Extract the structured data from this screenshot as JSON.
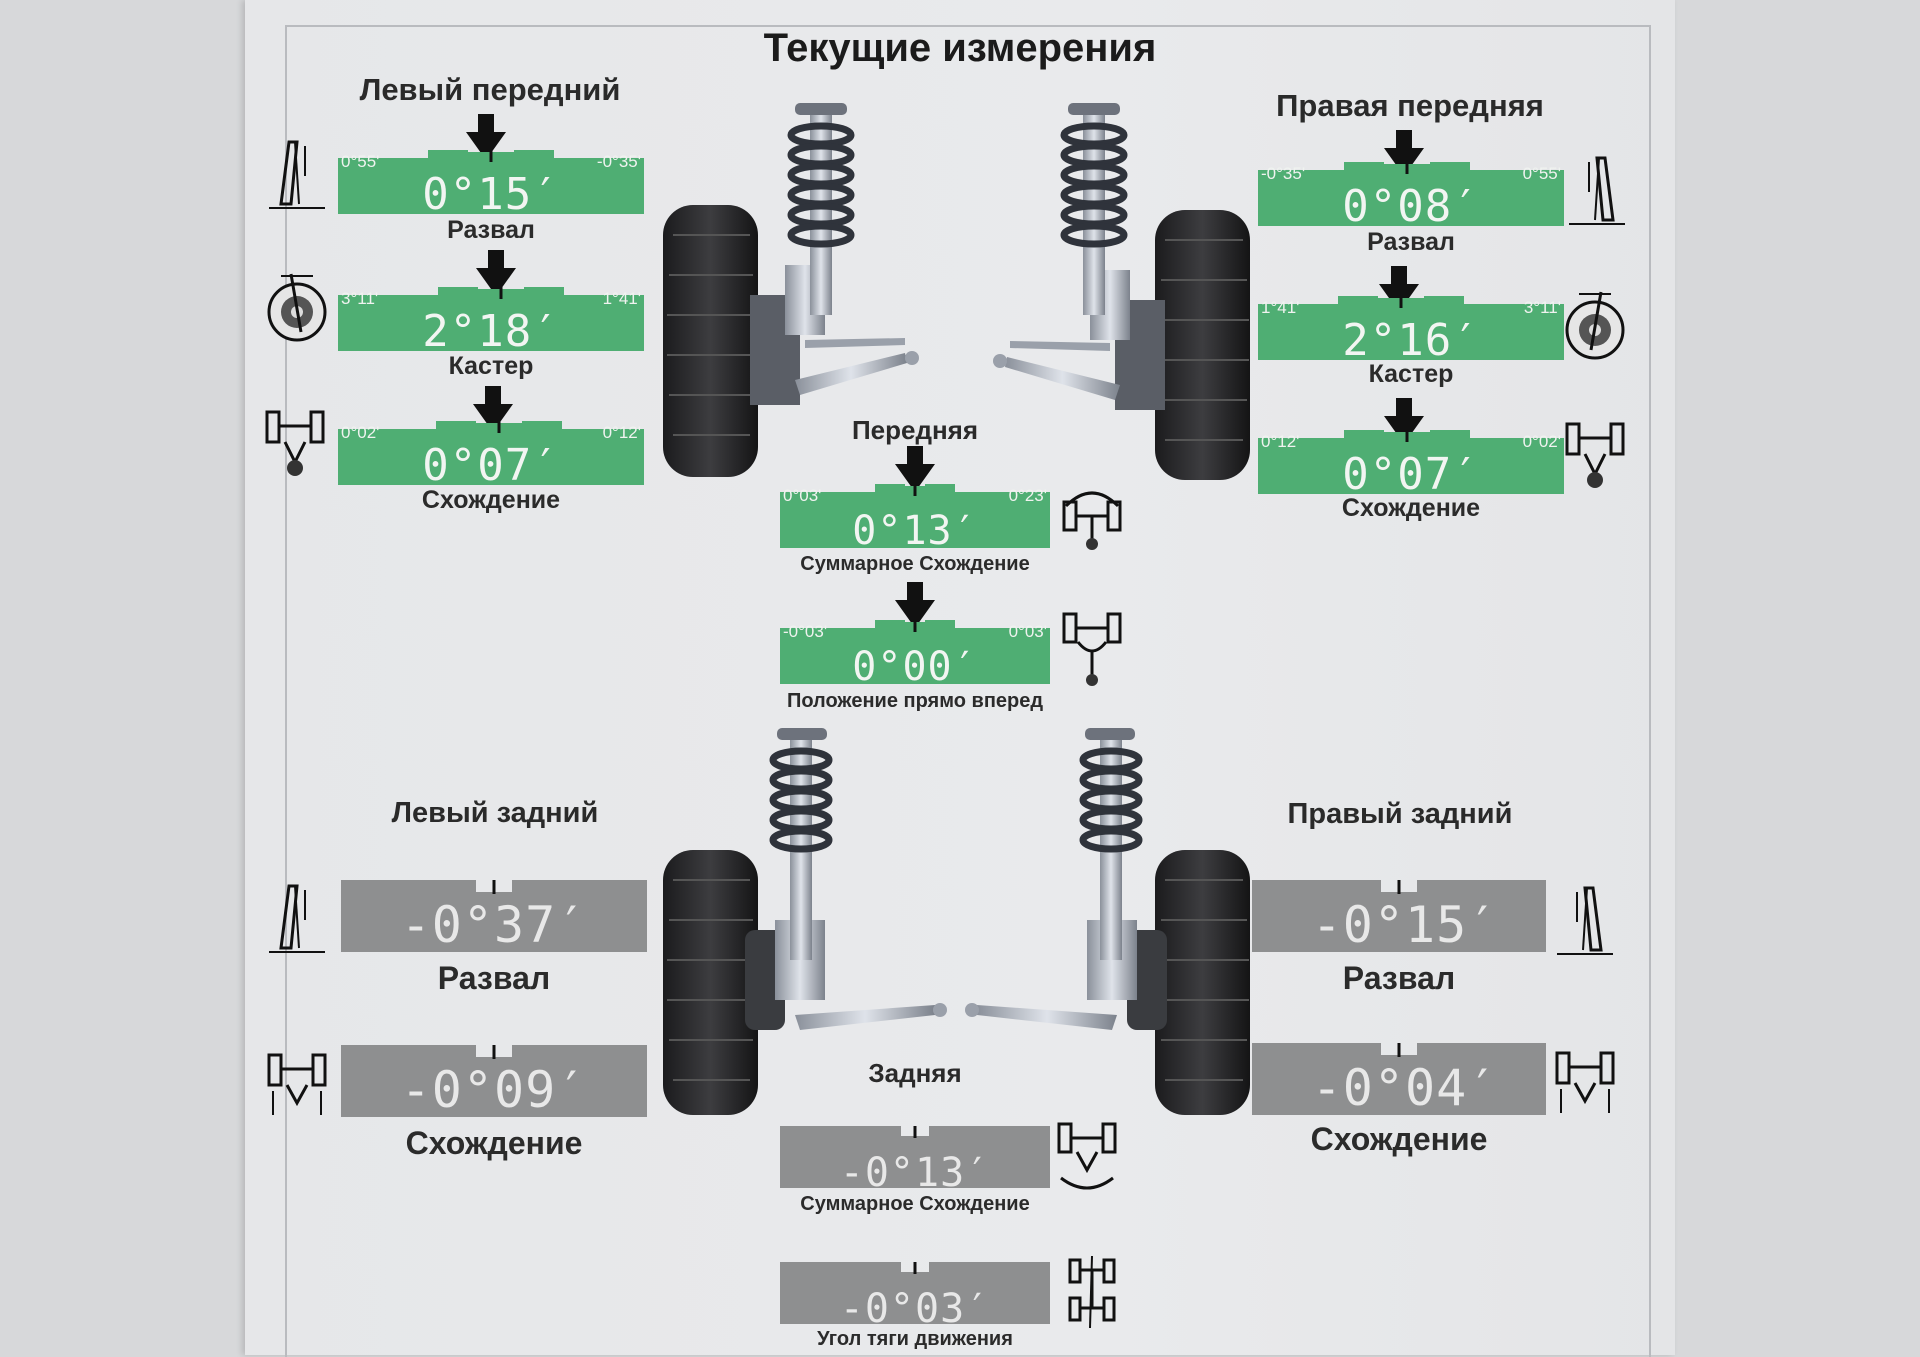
{
  "title": "Текущие измерения",
  "colors": {
    "in_tolerance": "#4fae73",
    "no_tolerance": "#8e8f90",
    "paper": "#e8e9eb"
  },
  "front": {
    "left_title": "Левый передний",
    "right_title": "Правая передняя",
    "axle_label": "Передняя",
    "left": {
      "camber": {
        "label": "Развал",
        "value": "0°15",
        "min": "0°55'",
        "max": "-0°35'"
      },
      "caster": {
        "label": "Кастер",
        "value": "2°18",
        "min": "3°11'",
        "max": "1°41'"
      },
      "toe": {
        "label": "Схождение",
        "value": "0°07",
        "min": "0°02'",
        "max": "0°12'"
      }
    },
    "right": {
      "camber": {
        "label": "Развал",
        "value": "0°08",
        "min": "-0°35'",
        "max": "0°55'"
      },
      "caster": {
        "label": "Кастер",
        "value": "2°16",
        "min": "1°41'",
        "max": "3°11'"
      },
      "toe": {
        "label": "Схождение",
        "value": "0°07",
        "min": "0°12'",
        "max": "0°02'"
      }
    },
    "total_toe": {
      "label": "Суммарное Схождение",
      "value": "0°13",
      "min": "0°03'",
      "max": "0°23'"
    },
    "straight_ahead": {
      "label": "Положение прямо вперед",
      "value": "0°00",
      "min": "-0°03'",
      "max": "0°03'"
    }
  },
  "rear": {
    "left_title": "Левый задний",
    "right_title": "Правый задний",
    "axle_label": "Задняя",
    "left": {
      "camber": {
        "label": "Развал",
        "value": "-0°37"
      },
      "toe": {
        "label": "Схождение",
        "value": "-0°09"
      }
    },
    "right": {
      "camber": {
        "label": "Развал",
        "value": "-0°15"
      },
      "toe": {
        "label": "Схождение",
        "value": "-0°04"
      }
    },
    "total_toe": {
      "label": "Суммарное Схождение",
      "value": "-0°13"
    },
    "thrust_angle": {
      "label": "Угол тяги движения",
      "value": "-0°03"
    }
  },
  "icons": [
    "camber-icon",
    "caster-icon",
    "toe-icon",
    "total-toe-icon",
    "steering-icon",
    "thrust-icon",
    "front-suspension-image",
    "rear-suspension-image"
  ]
}
